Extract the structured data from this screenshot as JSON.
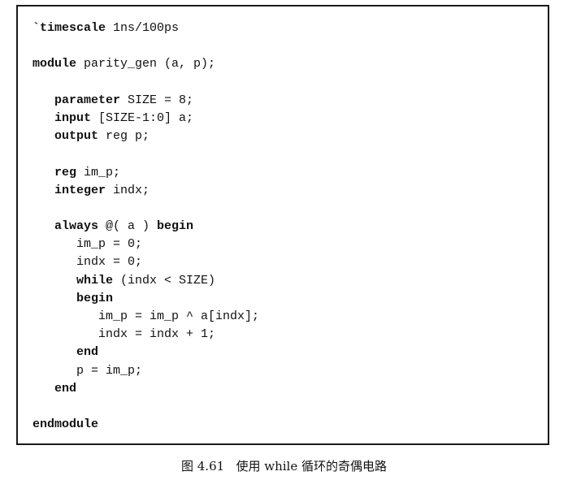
{
  "code_lines": [
    [
      {
        "t": "`timescale",
        "kw": true
      },
      {
        "t": " 1ns/100ps"
      }
    ],
    [],
    [
      {
        "t": "module",
        "kw": true
      },
      {
        "t": " parity_gen (a, p);"
      }
    ],
    [],
    [
      {
        "t": "   "
      },
      {
        "t": "parameter",
        "kw": true
      },
      {
        "t": " SIZE = 8;"
      }
    ],
    [
      {
        "t": "   "
      },
      {
        "t": "input",
        "kw": true
      },
      {
        "t": " [SIZE-1:0] a;"
      }
    ],
    [
      {
        "t": "   "
      },
      {
        "t": "output",
        "kw": true
      },
      {
        "t": " reg p;"
      }
    ],
    [],
    [
      {
        "t": "   "
      },
      {
        "t": "reg",
        "kw": true
      },
      {
        "t": " im_p;"
      }
    ],
    [
      {
        "t": "   "
      },
      {
        "t": "integer",
        "kw": true
      },
      {
        "t": " indx;"
      }
    ],
    [],
    [
      {
        "t": "   "
      },
      {
        "t": "always",
        "kw": true
      },
      {
        "t": " @( a ) "
      },
      {
        "t": "begin",
        "kw": true
      }
    ],
    [
      {
        "t": "      im_p = 0;"
      }
    ],
    [
      {
        "t": "      indx = 0;"
      }
    ],
    [
      {
        "t": "      "
      },
      {
        "t": "while",
        "kw": true
      },
      {
        "t": " (indx < SIZE)"
      }
    ],
    [
      {
        "t": "      "
      },
      {
        "t": "begin",
        "kw": true
      }
    ],
    [
      {
        "t": "         im_p = im_p ^ a[indx];"
      }
    ],
    [
      {
        "t": "         indx = indx + 1;"
      }
    ],
    [
      {
        "t": "      "
      },
      {
        "t": "end",
        "kw": true
      }
    ],
    [
      {
        "t": "      p = im_p;"
      }
    ],
    [
      {
        "t": "   "
      },
      {
        "t": "end",
        "kw": true
      }
    ],
    [],
    [
      {
        "t": "endmodule",
        "kw": true
      }
    ]
  ],
  "caption": "图 4.61   使用 while 循环的奇偶电路"
}
